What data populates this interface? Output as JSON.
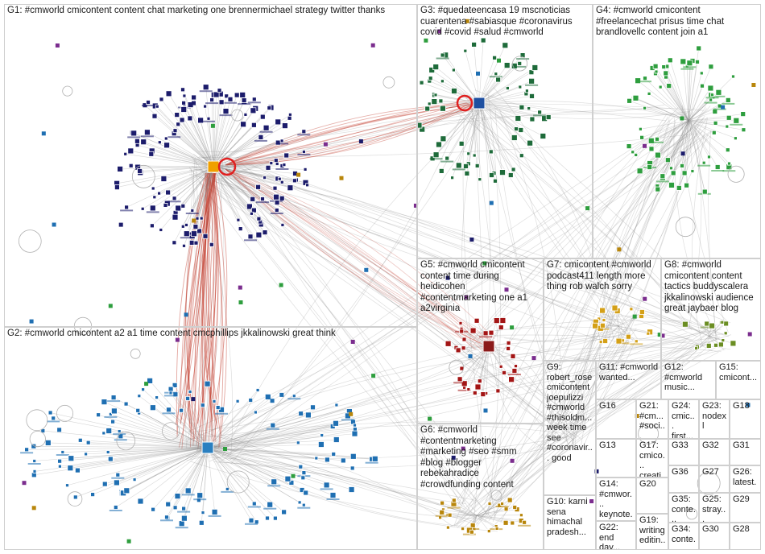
{
  "colors": {
    "background": "#ffffff",
    "box_border": "#cfcfcf",
    "edge": "#8a8a8a",
    "edge_red": "#c0392b",
    "g1": "#1c1c6b",
    "g2": "#1f6fb2",
    "g3": "#1e6b3a",
    "g4": "#2e9e3e",
    "g5": "#a31515",
    "g6": "#b8860b",
    "g7": "#d4a017",
    "g8": "#6b8e23",
    "g9": "#7b2d8e"
  },
  "groups": [
    {
      "id": "g1",
      "label": "G1: #cmworld cmicontent content chat marketing one brennermichael strategy twitter thanks"
    },
    {
      "id": "g2",
      "label": "G2: #cmworld cmicontent a2 a1 time content cmcphillips jkkalinowski great think"
    },
    {
      "id": "g3",
      "label": "G3: #quedateencasa 19 mscnoticias cuarentena #sabiasque #coronavirus covid #covid #salud #cmworld"
    },
    {
      "id": "g4",
      "label": "G4: #cmworld cmicontent #freelancechat prisus time chat brandlovellc content join a1"
    },
    {
      "id": "g5",
      "label": "G5: #cmworld cmicontent content time during heidicohen #contentmarketing one a1 a2virginia"
    },
    {
      "id": "g6",
      "label": "G6: #cmworld #contentmarketing #marketing #seo #smm #blog #blogger rebekahradice #crowdfunding content"
    },
    {
      "id": "g7",
      "label": "G7: cmicontent #cmworld podcast411 length more thing rob walch sorry"
    },
    {
      "id": "g8",
      "label": "G8: #cmworld cmicontent content tactics buddyscalera jkkalinowski audience great jaybaer blog"
    },
    {
      "id": "g9",
      "label": "G9: robert_rose cmicontent joepulizzi #cmworld #thisoldm... week time see #coronavir... good"
    },
    {
      "id": "g10",
      "label": "G10: karni sena himachal pradesh..."
    },
    {
      "id": "g11",
      "label": "G11: #cmworld wanted..."
    },
    {
      "id": "g12",
      "label": "G12: #cmworld music..."
    },
    {
      "id": "g13",
      "label": "G13"
    },
    {
      "id": "g14",
      "label": "G14: #cmwor... keynote..."
    },
    {
      "id": "g15",
      "label": "G15: cmicont..."
    },
    {
      "id": "g16",
      "label": "G16"
    },
    {
      "id": "g17",
      "label": "G17: cmico... creati..."
    },
    {
      "id": "g18",
      "label": "G18"
    },
    {
      "id": "g19",
      "label": "G19: writing editin..."
    },
    {
      "id": "g20",
      "label": "G20"
    },
    {
      "id": "g21",
      "label": "G21: #cm... #soci..."
    },
    {
      "id": "g22",
      "label": "G22: end day..."
    },
    {
      "id": "g23",
      "label": "G23: nodexl"
    },
    {
      "id": "g24",
      "label": "G24: cmic... first..."
    },
    {
      "id": "g25",
      "label": "G25: stray..."
    },
    {
      "id": "g26",
      "label": "G26: latest..."
    },
    {
      "id": "g27",
      "label": "G27"
    },
    {
      "id": "g28",
      "label": "G28"
    },
    {
      "id": "g29",
      "label": "G29"
    },
    {
      "id": "g30",
      "label": "G30"
    },
    {
      "id": "g31",
      "label": "G31"
    },
    {
      "id": "g32",
      "label": "G32"
    },
    {
      "id": "g33",
      "label": "G33"
    },
    {
      "id": "g34",
      "label": "G34: conte..."
    },
    {
      "id": "g35",
      "label": "G35: conte..."
    },
    {
      "id": "g36",
      "label": "G36"
    }
  ]
}
